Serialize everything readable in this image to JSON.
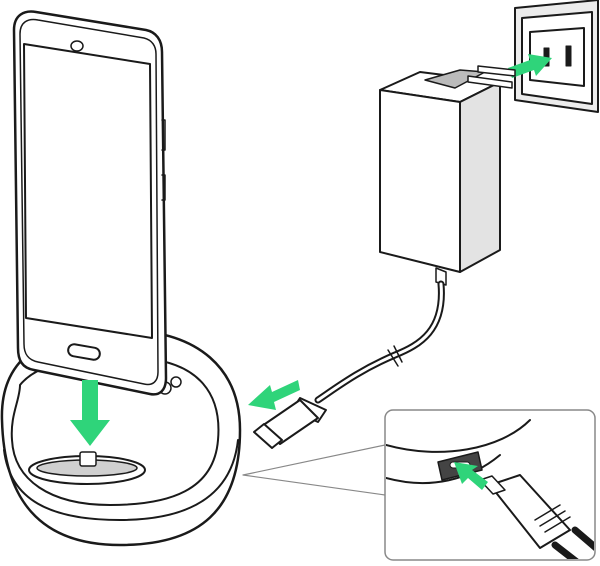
{
  "figure": {
    "description_label": "",
    "colors": {
      "arrow": "#2fd47a",
      "outline": "#1a1a1a",
      "fill_light": "#ffffff",
      "fill_shade": "#d9d9d9",
      "fill_dark": "#7a7a7a"
    },
    "icons": [
      "smartphone",
      "charging-cradle",
      "ac-adapter",
      "wall-outlet",
      "usb-c-plug",
      "arrow"
    ]
  }
}
